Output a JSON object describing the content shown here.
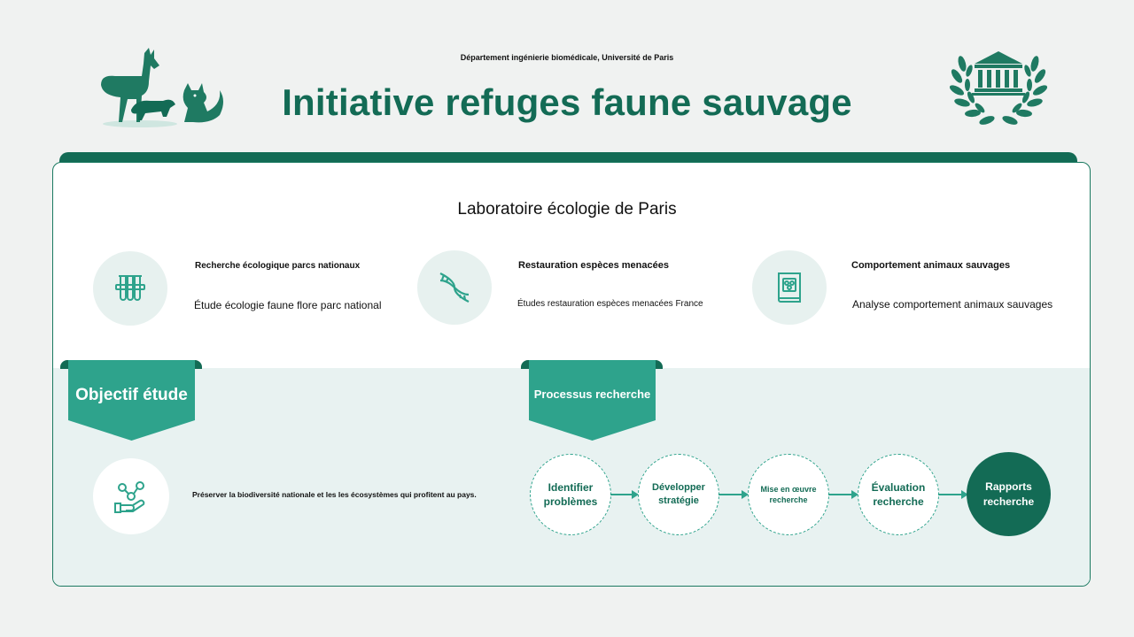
{
  "header": {
    "department": "Département ingénierie biomédicale, Université de Paris",
    "title": "Initiative refuges faune sauvage"
  },
  "lab": {
    "title": "Laboratoire écologie de Paris"
  },
  "features": [
    {
      "heading": "Recherche écologique parcs nationaux",
      "description": "Étude écologie faune flore parc national",
      "icon": "test-tubes-icon"
    },
    {
      "heading": "Restauration espèces menacées",
      "description": "Études restauration espèces menacées France",
      "icon": "dna-icon"
    },
    {
      "heading": "Comportement animaux sauvages",
      "description": "Analyse comportement animaux sauvages",
      "icon": "research-book-icon"
    }
  ],
  "objective": {
    "ribbon": "Objectif étude",
    "text": "Préserver la biodiversité nationale et les les écosystèmes qui profitent au pays.",
    "icon": "molecule-hand-icon"
  },
  "process": {
    "ribbon": "Processus recherche",
    "steps": [
      "Identifier problèmes",
      "Développer stratégie",
      "Mise en œuvre recherche",
      "Évaluation recherche",
      "Rapports recherche"
    ]
  },
  "colors": {
    "primary": "#136b55",
    "accent": "#2ea38c",
    "light": "#e8f2f1",
    "background": "#f0f2f1"
  }
}
